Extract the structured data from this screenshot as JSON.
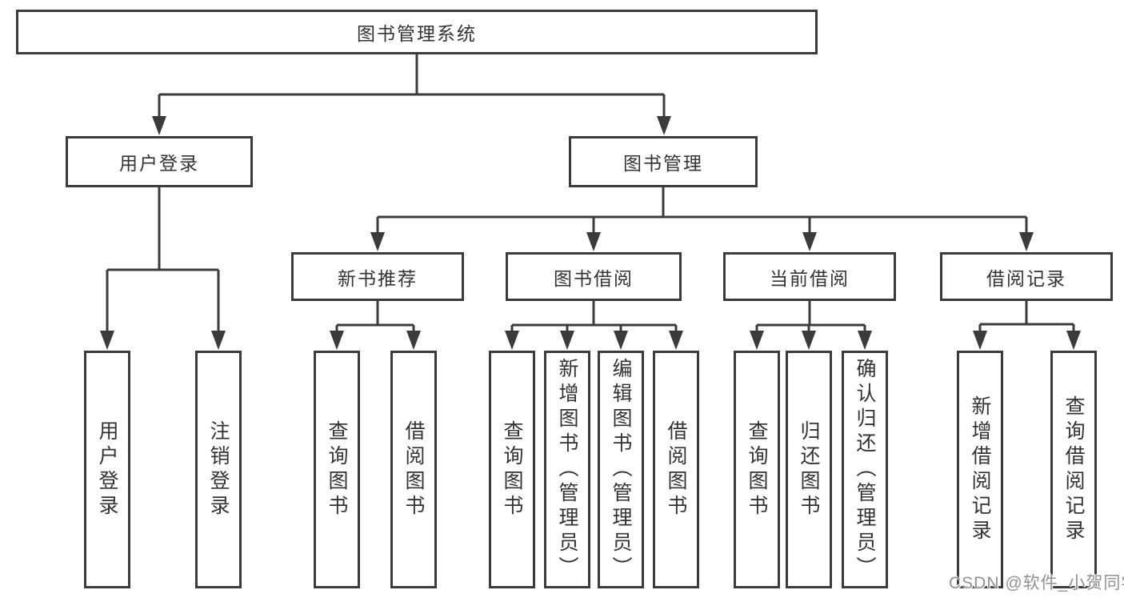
{
  "diagram": {
    "root": "图书管理系统",
    "user_login": {
      "label": "用户登录",
      "children": [
        "用户登录",
        "注销登录"
      ]
    },
    "book_management": {
      "label": "图书管理",
      "sections": [
        {
          "label": "新书推荐",
          "children": [
            "查询图书",
            "借阅图书"
          ]
        },
        {
          "label": "图书借阅",
          "children": [
            "查询图书",
            "新增图书（管理员）",
            "编辑图书（管理员）",
            "借阅图书"
          ]
        },
        {
          "label": "当前借阅",
          "children": [
            "查询图书",
            "归还图书",
            "确认归还（管理员）"
          ]
        },
        {
          "label": "借阅记录",
          "children": [
            "新增借阅记录",
            "查询借阅记录"
          ]
        }
      ]
    }
  },
  "watermark": {
    "text": "CSDN @软件_小贺同学",
    "color": "#919191"
  },
  "colors": {
    "line": "#3b3b3b",
    "text": "#333333",
    "box_background": "#ffffff",
    "page_background": "#ffffff"
  }
}
